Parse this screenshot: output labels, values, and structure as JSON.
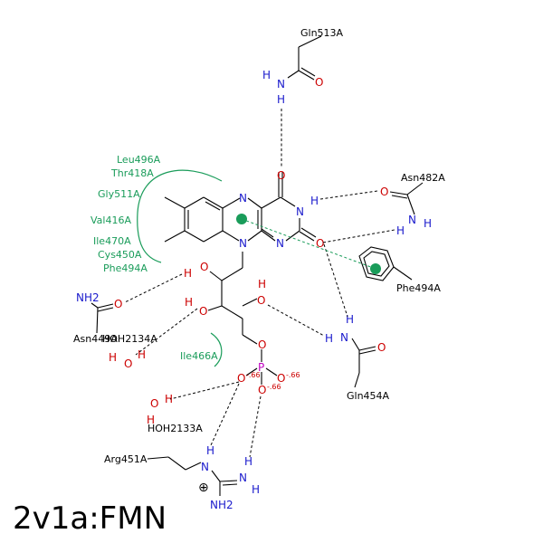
{
  "title": "2v1a:FMN",
  "residues": {
    "gln513": "Gln513A",
    "asn482": "Asn482A",
    "phe494_ring": "Phe494A",
    "asn449": "Asn449A",
    "hoh2134": "HOH2134A",
    "gln454": "Gln454A",
    "hoh2133": "HOH2133A",
    "arg451": "Arg451A"
  },
  "hydrophobic": {
    "leu496": "Leu496A",
    "thr418": "Thr418A",
    "gly511": "Gly511A",
    "val416": "Val416A",
    "ile470": "Ile470A",
    "cys450": "Cys450A",
    "phe494": "Phe494A",
    "ile466": "Ile466A"
  },
  "atoms": {
    "N": "N",
    "O": "O",
    "H": "H",
    "P": "P",
    "NH2": "NH2",
    "charge": "-.66",
    "plus": "⊕"
  },
  "colors": {
    "nitrogen": "#1a1acc",
    "oxygen": "#cc0000",
    "phosphorus": "#c000c0",
    "hydrophobic": "#1a9c5a",
    "bond": "#000000"
  }
}
